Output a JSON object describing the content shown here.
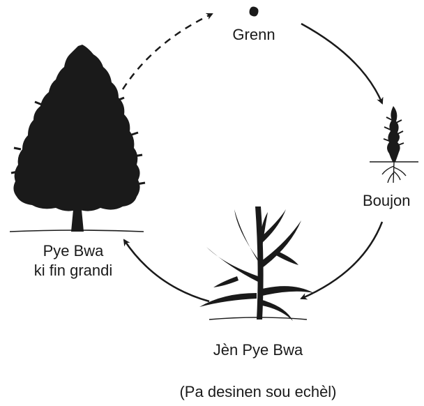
{
  "diagram": {
    "stages": {
      "seed": {
        "label": "Grenn",
        "icon": "seed-icon"
      },
      "sprout": {
        "label": "Boujon",
        "icon": "sprout-icon"
      },
      "young_tree": {
        "label": "Jèn Pye Bwa",
        "icon": "young-tree-icon"
      },
      "mature_tree": {
        "line1": "Pye Bwa",
        "line2": "ki fin grandi",
        "icon": "mature-tree-icon"
      }
    },
    "note": "(Pa desinen sou echèl)",
    "colors": {
      "ink": "#1a1a1a",
      "background": "#ffffff"
    }
  }
}
